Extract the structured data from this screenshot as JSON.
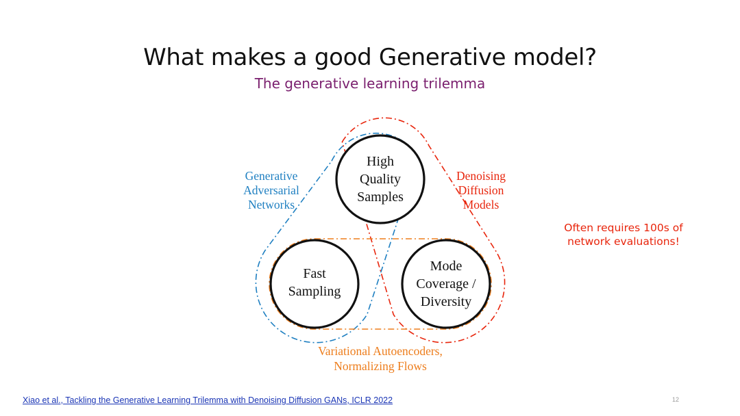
{
  "slide": {
    "title": "What makes a good Generative model?",
    "subtitle": "The generative learning trilemma"
  },
  "diagram": {
    "nodes": {
      "top": [
        "High",
        "Quality",
        "Samples"
      ],
      "left": [
        "Fast",
        "Sampling"
      ],
      "right": [
        "Mode",
        "Coverage /",
        "Diversity"
      ]
    },
    "labels": {
      "gan": [
        "Generative",
        "Adversarial",
        "Networks"
      ],
      "diffusion": [
        "Denoising",
        "Diffusion",
        "Models"
      ],
      "vae": [
        "Variational Autoencoders,",
        "Normalizing Flows"
      ]
    },
    "colors": {
      "gan": "#1e7fc1",
      "diffusion": "#e8250c",
      "vae": "#ed7d1c",
      "subtitle": "#7a1f6e",
      "note": "#e8250c",
      "link": "#1a35b5"
    }
  },
  "note": {
    "lines": [
      "Often requires 100s of",
      "network evaluations!"
    ]
  },
  "footer": {
    "citation": "Xiao et al., Tackling the Generative Learning Trilemma with Denoising Diffusion GANs, ICLR 2022",
    "page_number": "12"
  }
}
